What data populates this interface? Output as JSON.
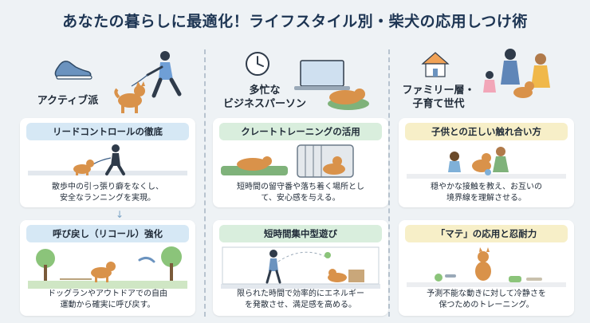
{
  "title": "あなたの暮らしに最適化！ライフスタイル別・柴犬の応用しつけ術",
  "columns": [
    {
      "label": "アクティブ派",
      "cards": [
        {
          "heading": "リードコントロールの徹底",
          "text1": "散歩中の引っ張り癖をなくし、",
          "text2": "安全なランニングを実現。"
        },
        {
          "heading": "呼び戻し（リコール）強化",
          "text1": "ドッグランやアウトドアでの自由",
          "text2": "運動から確実に呼び戻す。"
        }
      ],
      "arrow": "↓"
    },
    {
      "label1": "多忙な",
      "label2": "ビジネスパーソン",
      "cards": [
        {
          "heading": "クレートトレーニングの活用",
          "text1": "短時間の留守番や落ち着く場所とし",
          "text2": "て、安心感を与える。"
        },
        {
          "heading": "短時間集中型遊び",
          "text1": "限られた時間で効率的にエネルギー",
          "text2": "を発散させ、満足感を高める。"
        }
      ]
    },
    {
      "label1": "ファミリー層・",
      "label2": "子育て世代",
      "cards": [
        {
          "heading": "子供との正しい触れ合い方",
          "text1": "穏やかな接触を教え、お互いの",
          "text2": "境界線を理解させる。"
        },
        {
          "heading": "「マテ」の応用と忍耐力",
          "text1": "予測不能な動きに対して冷静さを",
          "text2": "保つためのトレーニング。"
        }
      ]
    }
  ],
  "colors": {
    "blue": "#d6e8f5",
    "green": "#d9eedd",
    "yellow": "#f7efc8",
    "title": "#1d3553"
  }
}
